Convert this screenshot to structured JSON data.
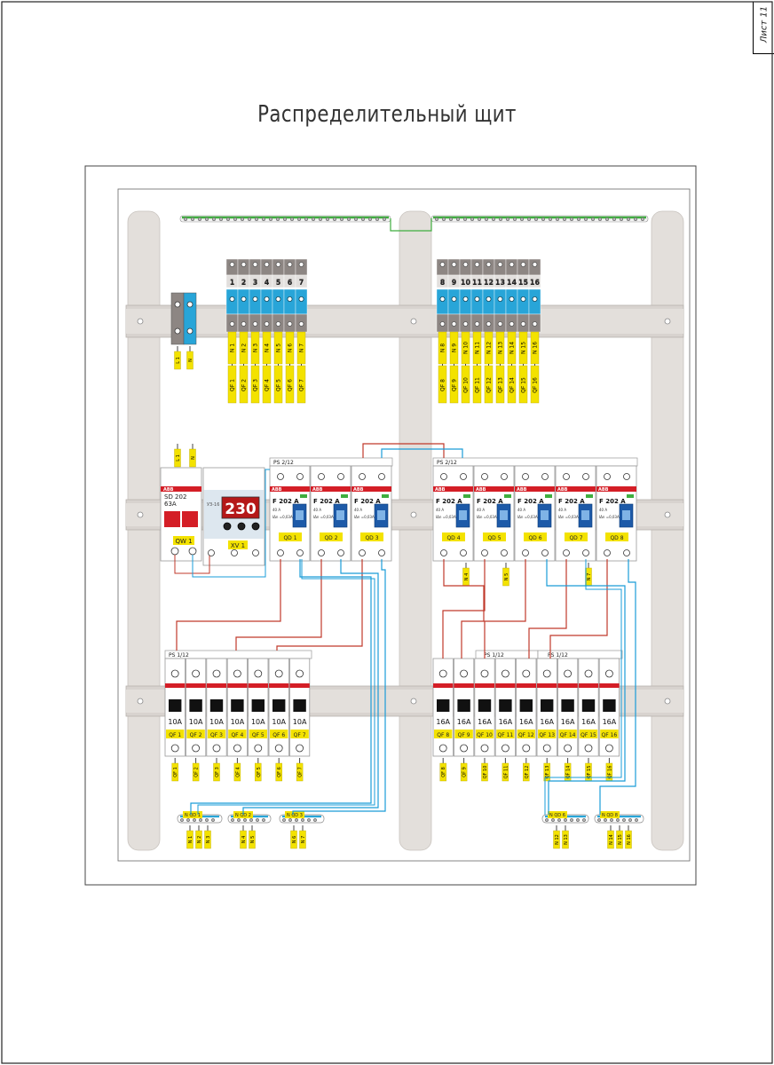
{
  "sheet_label": "Лист 11",
  "title": "Распределительный щит",
  "colors": {
    "rail": "#e3dfdb",
    "terminal_gray": "#8d8683",
    "terminal_blue": "#28a5d8",
    "label_yellow": "#f3e200",
    "breaker_red": "#d41e26",
    "wire_red": "#c0392b",
    "wire_blue": "#1a9cd8",
    "earth_green": "#3fae3f"
  },
  "input_terminals": {
    "phase": "L 1",
    "neutral": "N"
  },
  "top_terminals": {
    "numbers": [
      "1",
      "2",
      "3",
      "4",
      "5",
      "6",
      "7",
      "8",
      "9",
      "10",
      "11",
      "12",
      "13",
      "14",
      "15",
      "16"
    ],
    "n_labels": [
      "N 1",
      "N 2",
      "N 3",
      "N 4",
      "N 5",
      "N 6",
      "N 7",
      "N 8",
      "N 9",
      "N 10",
      "N 11",
      "N 12",
      "N 13",
      "N 14",
      "N 15",
      "N 16"
    ],
    "qf_labels": [
      "QF 1",
      "QF 2",
      "QF 3",
      "QF 4",
      "QF 5",
      "QF 6",
      "QF 7",
      "QF 8",
      "QF 9",
      "QF 10",
      "QF 11",
      "QF 12",
      "QF 13",
      "QF 14",
      "QF 15",
      "QF 16"
    ]
  },
  "main_switch": {
    "brand": "ABB",
    "model": "SD 202",
    "rating": "63A",
    "label": "QW 1",
    "top_tags": [
      "L 1",
      "N"
    ]
  },
  "voltage_relay": {
    "display": "230",
    "label": "XV 1",
    "caption": "УЗ-16"
  },
  "rcd_groups": [
    {
      "busbar": "PS 2/12",
      "devices": [
        "QD 1",
        "QD 2",
        "QD 3"
      ]
    },
    {
      "busbar": "PS 2/12",
      "devices": [
        "QD 4",
        "QD 5",
        "QD 6",
        "QD 7",
        "QD 8"
      ]
    }
  ],
  "rcd": {
    "brand": "ABB",
    "model": "F 202 A",
    "rating": "40 A",
    "sens": "IΔn =0,03A"
  },
  "rcd_out_tags": [
    "N 4",
    "N 5",
    "N 7"
  ],
  "breaker_groups": [
    {
      "busbars": [
        "PS 1/12"
      ],
      "rating": "10A",
      "labels": [
        "QF 1",
        "QF 2",
        "QF 3",
        "QF 4",
        "QF 5",
        "QF 6",
        "QF 7"
      ]
    },
    {
      "busbars": [
        "PS 1/12",
        "PS 1/12"
      ],
      "rating": "16A",
      "labels": [
        "QF 8",
        "QF 9",
        "QF 10",
        "QF 11",
        "QF 12",
        "QF 13",
        "QF 14",
        "QF 15",
        "QF 16"
      ]
    }
  ],
  "breaker_out_tags": [
    "QF 1",
    "QF 2",
    "QF 3",
    "QF 4",
    "QF 5",
    "QF 6",
    "QF 7",
    "QF 8",
    "QF 9",
    "QF 10",
    "QF 11",
    "QF 12",
    "QF 13",
    "QF 14",
    "QF 15",
    "QF 16"
  ],
  "neutral_buses": [
    {
      "label": "N QD 1",
      "tags": [
        "N 1",
        "N 2",
        "N 3"
      ]
    },
    {
      "label": "N QD 2",
      "tags": [
        "N 4",
        "N 5"
      ]
    },
    {
      "label": "N QD 3",
      "tags": [
        "N 6",
        "N 7"
      ]
    },
    {
      "label": "N QD 6",
      "tags": [
        "N 12",
        "N 13"
      ]
    },
    {
      "label": "N QD 8",
      "tags": [
        "N 14",
        "N 15",
        "N 16"
      ]
    }
  ]
}
